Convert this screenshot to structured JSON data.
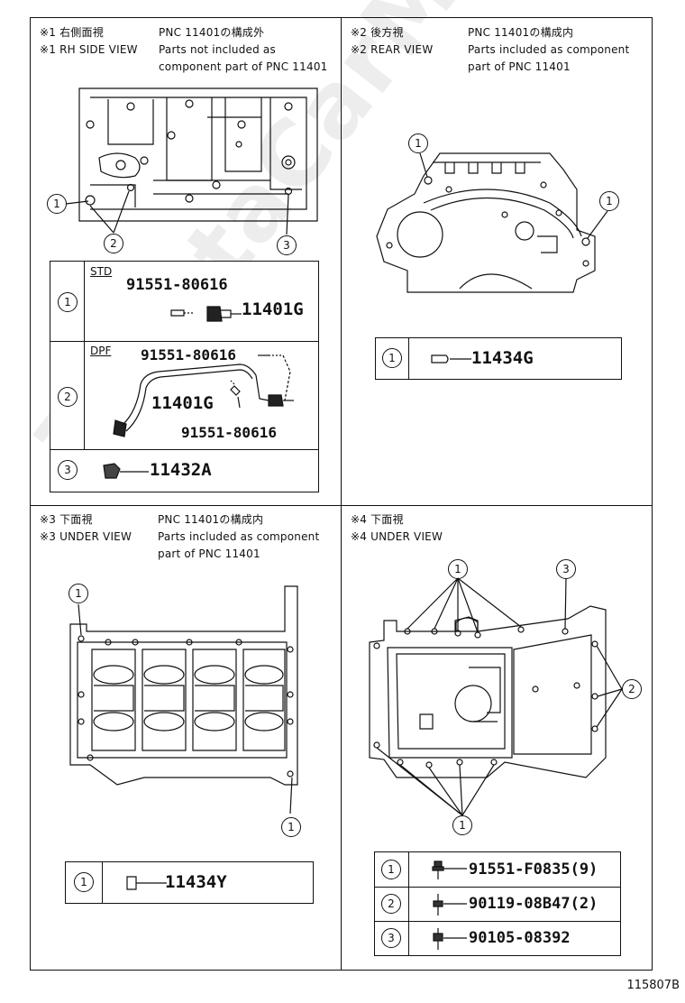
{
  "panels": {
    "rh_side": {
      "label_jp": "※1 右側面視",
      "label_en": "※1 RH SIDE VIEW",
      "pnc_jp": "PNC 11401の構成外",
      "note_1": "Parts not included as",
      "note_2": "component part of PNC 11401",
      "callouts": [
        "1",
        "2",
        "3"
      ],
      "parts": {
        "row1": {
          "ref": "1",
          "variant": "STD",
          "bolt": "91551-80616",
          "part": "11401G"
        },
        "row2": {
          "ref": "2",
          "variant": "DPF",
          "bolt_a": "91551-80616",
          "part": "11401G",
          "bolt_b": "91551-80616"
        },
        "row3": {
          "ref": "3",
          "part": "11432A"
        }
      }
    },
    "rear": {
      "label_jp": "※2 後方視",
      "label_en": "※2 REAR VIEW",
      "pnc_jp": "PNC 11401の構成内",
      "note_1": "Parts included as component",
      "note_2": "part of PNC 11401",
      "callouts": [
        "1",
        "1"
      ],
      "parts": {
        "row1": {
          "ref": "1",
          "part": "11434G"
        }
      }
    },
    "under3": {
      "label_jp": "※3 下面視",
      "label_en": "※3 UNDER VIEW",
      "pnc_jp": "PNC 11401の構成内",
      "note_1": "Parts included as component",
      "note_2": "part of PNC 11401",
      "callouts": [
        "1",
        "1"
      ],
      "parts": {
        "row1": {
          "ref": "1",
          "part": "11434Y"
        }
      }
    },
    "under4": {
      "label_jp": "※4 下面視",
      "label_en": "※4 UNDER VIEW",
      "callouts": [
        "1",
        "3",
        "2",
        "1"
      ],
      "parts": {
        "row1": {
          "ref": "1",
          "part": "91551-F0835(9)"
        },
        "row2": {
          "ref": "2",
          "part": "90119-08B47(2)"
        },
        "row3": {
          "ref": "3",
          "part": "90105-08392"
        }
      }
    }
  },
  "watermark": "ToyotaCarMini.ru",
  "figure_number": "115807B"
}
